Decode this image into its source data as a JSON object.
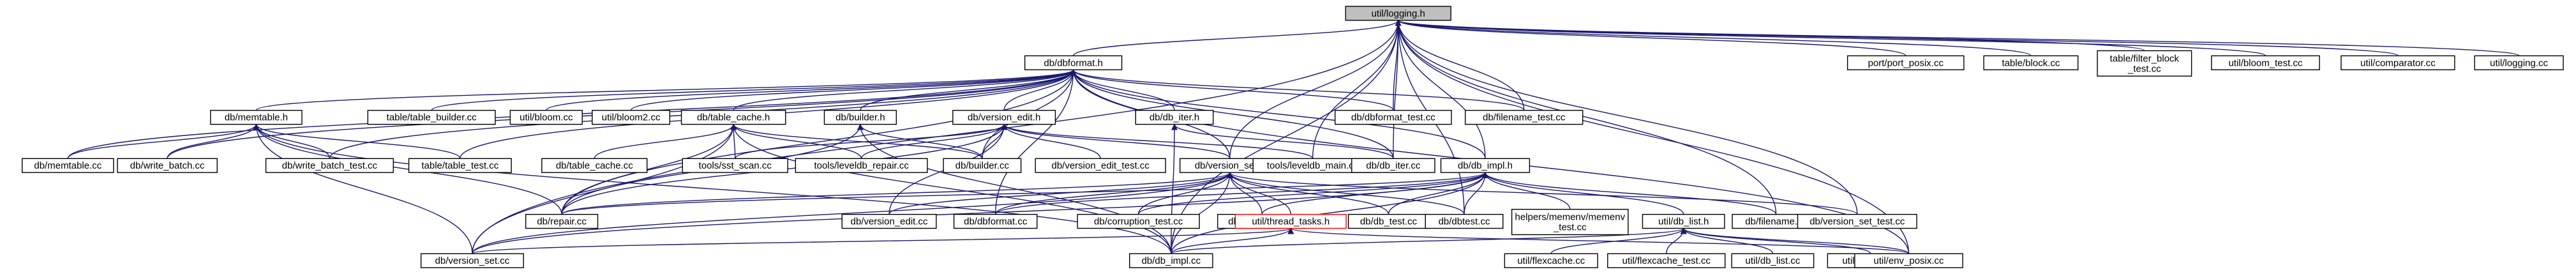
{
  "colors": {
    "edge": "#191970",
    "root_fill": "#bfbfbf",
    "highlight_border": "#ff0000"
  },
  "nodes": [
    {
      "id": "logging_h",
      "label": "util/logging.h",
      "root": true
    },
    {
      "id": "dbformat_h",
      "label": "db/dbformat.h"
    },
    {
      "id": "posix_cc",
      "label": "port/port_posix.cc"
    },
    {
      "id": "block_cc",
      "label": "table/block.cc"
    },
    {
      "id": "filter_block_test",
      "label": [
        "table/filter_block",
        "_test.cc"
      ]
    },
    {
      "id": "bloom_test",
      "label": "util/bloom_test.cc"
    },
    {
      "id": "comparator_cc",
      "label": "util/comparator.cc"
    },
    {
      "id": "logging_cc",
      "label": "util/logging.cc"
    },
    {
      "id": "memtable_h",
      "label": "db/memtable.h"
    },
    {
      "id": "table_builder_cc",
      "label": "table/table_builder.cc"
    },
    {
      "id": "bloom_cc",
      "label": "util/bloom.cc"
    },
    {
      "id": "bloom2_cc",
      "label": "util/bloom2.cc"
    },
    {
      "id": "table_cache_h",
      "label": "db/table_cache.h"
    },
    {
      "id": "builder_h",
      "label": "db/builder.h"
    },
    {
      "id": "version_edit_h",
      "label": "db/version_edit.h"
    },
    {
      "id": "db_iter_h",
      "label": "db/db_iter.h"
    },
    {
      "id": "dbformat_test",
      "label": "db/dbformat_test.cc"
    },
    {
      "id": "filename_test",
      "label": "db/filename_test.cc"
    },
    {
      "id": "memtable_cc",
      "label": "db/memtable.cc"
    },
    {
      "id": "write_batch_cc",
      "label": "db/write_batch.cc"
    },
    {
      "id": "write_batch_test",
      "label": "db/write_batch_test.cc"
    },
    {
      "id": "table_test_cc",
      "label": "table/table_test.cc"
    },
    {
      "id": "table_cache_cc",
      "label": "db/table_cache.cc"
    },
    {
      "id": "sst_scan",
      "label": "tools/sst_scan.cc"
    },
    {
      "id": "leveldb_repair",
      "label": "tools/leveldb_repair.cc"
    },
    {
      "id": "builder_cc",
      "label": "db/builder.cc"
    },
    {
      "id": "version_edit_test",
      "label": "db/version_edit_test.cc"
    },
    {
      "id": "version_set_h",
      "label": "db/version_set.h"
    },
    {
      "id": "leveldb_main",
      "label": "tools/leveldb_main.cc"
    },
    {
      "id": "db_iter_cc",
      "label": "db/db_iter.cc"
    },
    {
      "id": "db_impl_h",
      "label": "db/db_impl.h"
    },
    {
      "id": "repair_cc",
      "label": "db/repair.cc"
    },
    {
      "id": "version_edit_cc",
      "label": "db/version_edit.cc"
    },
    {
      "id": "dbformat_cc",
      "label": "db/dbformat.cc"
    },
    {
      "id": "corruption_test",
      "label": "db/corruption_test.cc"
    },
    {
      "id": "db_bench",
      "label": "db/db_bench.cc"
    },
    {
      "id": "thread_tasks",
      "label": "util/thread_tasks.h",
      "highlight": true
    },
    {
      "id": "db_test",
      "label": "db/db_test.cc"
    },
    {
      "id": "dbtest",
      "label": "db/dbtest.cc"
    },
    {
      "id": "memenv_test",
      "label": [
        "helpers/memenv/memenv",
        "_test.cc"
      ]
    },
    {
      "id": "db_list_h",
      "label": "util/db_list.h"
    },
    {
      "id": "filename_cc",
      "label": "db/filename.cc"
    },
    {
      "id": "version_set_test",
      "label": "db/version_set_test.cc"
    },
    {
      "id": "version_set_cc",
      "label": "db/version_set.cc"
    },
    {
      "id": "db_impl_cc",
      "label": "db/db_impl.cc"
    },
    {
      "id": "flexcache_cc",
      "label": "util/flexcache.cc"
    },
    {
      "id": "flexcache_test",
      "label": "util/flexcache_test.cc"
    },
    {
      "id": "db_list_cc",
      "label": "util/db_list.cc"
    },
    {
      "id": "throttle_cc",
      "label": "util/throttle.cc"
    },
    {
      "id": "env_posix",
      "label": "util/env_posix.cc"
    }
  ],
  "edges": [
    [
      "logging_h",
      "dbformat_h"
    ],
    [
      "logging_h",
      "posix_cc"
    ],
    [
      "logging_h",
      "block_cc"
    ],
    [
      "logging_h",
      "filter_block_test"
    ],
    [
      "logging_h",
      "bloom_test"
    ],
    [
      "logging_h",
      "comparator_cc"
    ],
    [
      "logging_h",
      "logging_cc"
    ],
    [
      "logging_h",
      "dbformat_test"
    ],
    [
      "logging_h",
      "filename_test"
    ],
    [
      "logging_h",
      "version_set_h"
    ],
    [
      "logging_h",
      "db_impl_h"
    ],
    [
      "logging_h",
      "leveldb_main"
    ],
    [
      "logging_h",
      "db_iter_cc"
    ],
    [
      "logging_h",
      "filename_cc"
    ],
    [
      "logging_h",
      "version_set_test"
    ],
    [
      "logging_h",
      "env_posix"
    ],
    [
      "logging_h",
      "db_impl_cc"
    ],
    [
      "logging_h",
      "dbtest"
    ],
    [
      "logging_h",
      "version_set_cc"
    ],
    [
      "dbformat_h",
      "memtable_h"
    ],
    [
      "dbformat_h",
      "table_builder_cc"
    ],
    [
      "dbformat_h",
      "bloom_cc"
    ],
    [
      "dbformat_h",
      "bloom2_cc"
    ],
    [
      "dbformat_h",
      "table_cache_h"
    ],
    [
      "dbformat_h",
      "builder_h"
    ],
    [
      "dbformat_h",
      "version_edit_h"
    ],
    [
      "dbformat_h",
      "db_iter_h"
    ],
    [
      "dbformat_h",
      "dbformat_test"
    ],
    [
      "dbformat_h",
      "filename_test"
    ],
    [
      "dbformat_h",
      "memtable_cc"
    ],
    [
      "dbformat_h",
      "write_batch_cc"
    ],
    [
      "dbformat_h",
      "write_batch_test"
    ],
    [
      "dbformat_h",
      "table_test_cc"
    ],
    [
      "dbformat_h",
      "builder_cc"
    ],
    [
      "dbformat_h",
      "dbformat_cc"
    ],
    [
      "dbformat_h",
      "db_impl_h"
    ],
    [
      "dbformat_h",
      "version_set_h"
    ],
    [
      "dbformat_h",
      "db_iter_cc"
    ],
    [
      "dbformat_h",
      "repair_cc"
    ],
    [
      "dbformat_h",
      "env_posix"
    ],
    [
      "memtable_h",
      "memtable_cc"
    ],
    [
      "memtable_h",
      "write_batch_cc"
    ],
    [
      "memtable_h",
      "write_batch_test"
    ],
    [
      "memtable_h",
      "table_test_cc"
    ],
    [
      "memtable_h",
      "repair_cc"
    ],
    [
      "memtable_h",
      "db_impl_cc"
    ],
    [
      "memtable_h",
      "version_set_cc"
    ],
    [
      "table_cache_h",
      "table_cache_cc"
    ],
    [
      "table_cache_h",
      "sst_scan"
    ],
    [
      "table_cache_h",
      "leveldb_repair"
    ],
    [
      "table_cache_h",
      "builder_cc"
    ],
    [
      "table_cache_h",
      "repair_cc"
    ],
    [
      "table_cache_h",
      "version_set_cc"
    ],
    [
      "table_cache_h",
      "db_impl_cc"
    ],
    [
      "builder_h",
      "builder_cc"
    ],
    [
      "builder_h",
      "repair_cc"
    ],
    [
      "builder_h",
      "db_impl_cc"
    ],
    [
      "version_edit_h",
      "sst_scan"
    ],
    [
      "version_edit_h",
      "leveldb_repair"
    ],
    [
      "version_edit_h",
      "builder_cc"
    ],
    [
      "version_edit_h",
      "version_edit_test"
    ],
    [
      "version_edit_h",
      "version_set_h"
    ],
    [
      "version_edit_h",
      "leveldb_main"
    ],
    [
      "version_edit_h",
      "repair_cc"
    ],
    [
      "version_edit_h",
      "version_edit_cc"
    ],
    [
      "db_iter_h",
      "db_iter_cc"
    ],
    [
      "db_iter_h",
      "db_impl_cc"
    ],
    [
      "version_set_h",
      "repair_cc"
    ],
    [
      "version_set_h",
      "version_edit_cc"
    ],
    [
      "version_set_h",
      "dbformat_cc"
    ],
    [
      "version_set_h",
      "corruption_test"
    ],
    [
      "version_set_h",
      "db_bench"
    ],
    [
      "version_set_h",
      "thread_tasks"
    ],
    [
      "version_set_h",
      "db_test"
    ],
    [
      "version_set_h",
      "dbtest"
    ],
    [
      "version_set_h",
      "version_set_test"
    ],
    [
      "version_set_h",
      "db_impl_cc"
    ],
    [
      "version_set_h",
      "version_set_cc"
    ],
    [
      "db_impl_h",
      "repair_cc"
    ],
    [
      "db_impl_h",
      "dbformat_cc"
    ],
    [
      "db_impl_h",
      "corruption_test"
    ],
    [
      "db_impl_h",
      "db_bench"
    ],
    [
      "db_impl_h",
      "db_test"
    ],
    [
      "db_impl_h",
      "dbtest"
    ],
    [
      "db_impl_h",
      "memenv_test"
    ],
    [
      "db_impl_h",
      "db_list_h"
    ],
    [
      "db_impl_h",
      "filename_cc"
    ],
    [
      "db_impl_h",
      "db_impl_cc"
    ],
    [
      "db_impl_h",
      "version_set_cc"
    ],
    [
      "thread_tasks",
      "db_impl_cc"
    ],
    [
      "thread_tasks",
      "version_set_cc"
    ],
    [
      "thread_tasks",
      "env_posix"
    ],
    [
      "db_list_h",
      "flexcache_cc"
    ],
    [
      "db_list_h",
      "flexcache_test"
    ],
    [
      "db_list_h",
      "db_list_cc"
    ],
    [
      "db_list_h",
      "throttle_cc"
    ],
    [
      "db_list_h",
      "env_posix"
    ],
    [
      "db_list_h",
      "db_impl_cc"
    ]
  ]
}
